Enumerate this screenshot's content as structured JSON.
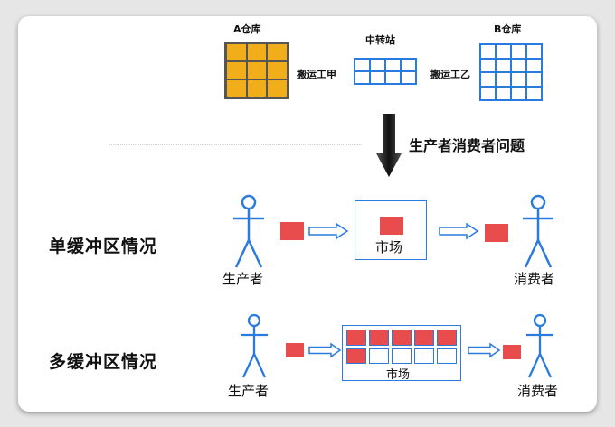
{
  "top": {
    "warehouse_a": "A仓库",
    "transfer_station": "中转站",
    "warehouse_b": "B仓库",
    "mover_a": "搬运工甲",
    "mover_b": "搬运工乙",
    "problem_title": "生产者消费者问题"
  },
  "single": {
    "section_label": "单缓冲区情况",
    "producer": "生产者",
    "market": "市场",
    "consumer": "消费者"
  },
  "multi": {
    "section_label": "多缓冲区情况",
    "producer": "生产者",
    "market": "市场",
    "consumer": "消费者",
    "buffer_filled": [
      true,
      true,
      true,
      true,
      true,
      true,
      false,
      false,
      false,
      false
    ]
  },
  "colors": {
    "warehouse_fill": "#f2ae1a",
    "warehouse_line": "#555555",
    "blue": "#2a7be0",
    "item_red": "#e84c4c",
    "arrow_dark": "#222222"
  }
}
